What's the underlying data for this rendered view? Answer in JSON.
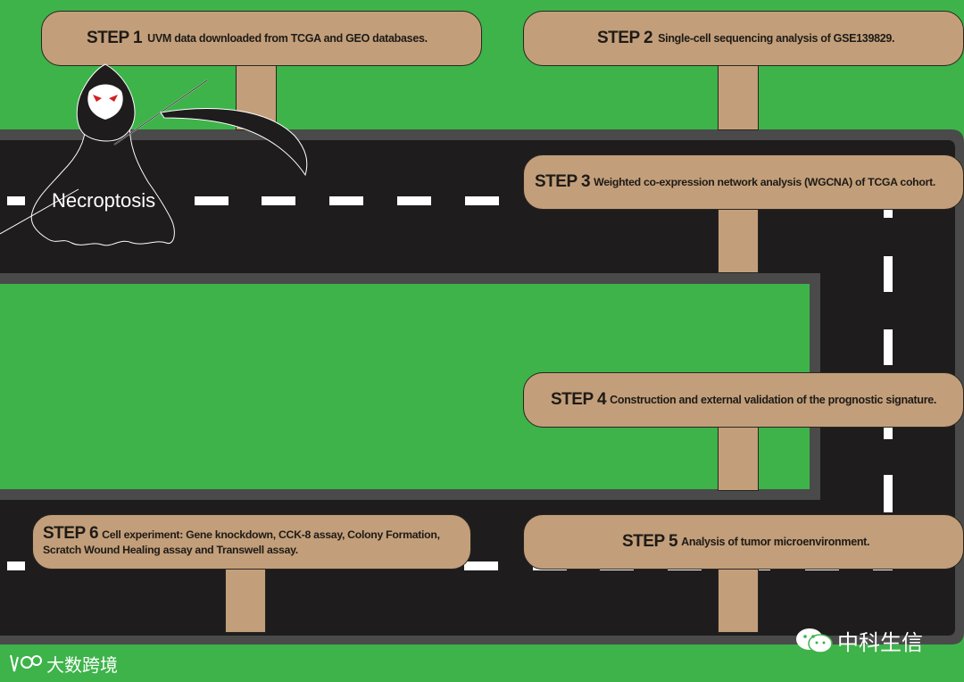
{
  "colors": {
    "grass": "#3db34a",
    "road": "#1f1c1d",
    "road_edge": "#4a4a4a",
    "sign": "#c29f7a",
    "lane": "#ffffff"
  },
  "steps": [
    {
      "label": "STEP 1",
      "text": "UVM data downloaded from TCGA and GEO databases."
    },
    {
      "label": "STEP 2",
      "text": "Single-cell sequencing analysis of GSE139829."
    },
    {
      "label": "STEP 3",
      "text": "Weighted co-expression network analysis (WGCNA) of TCGA cohort."
    },
    {
      "label": "STEP 4",
      "text": "Construction and external validation of the prognostic signature."
    },
    {
      "label": "STEP 5",
      "text": "Analysis of tumor microenvironment."
    },
    {
      "label": "STEP 6",
      "text": "Cell experiment: Gene knockdown, CCK-8 assay, Colony Formation,",
      "text2": "Scratch Wound Healing assay and Transwell assay."
    }
  ],
  "reaper": {
    "label": "Necroptosis",
    "icon": "grim-reaper-icon"
  },
  "watermark_right": {
    "icon": "wechat-icon",
    "text": "中科生信"
  },
  "watermark_left": {
    "icon": "logo-icon",
    "text": "大数跨境"
  }
}
